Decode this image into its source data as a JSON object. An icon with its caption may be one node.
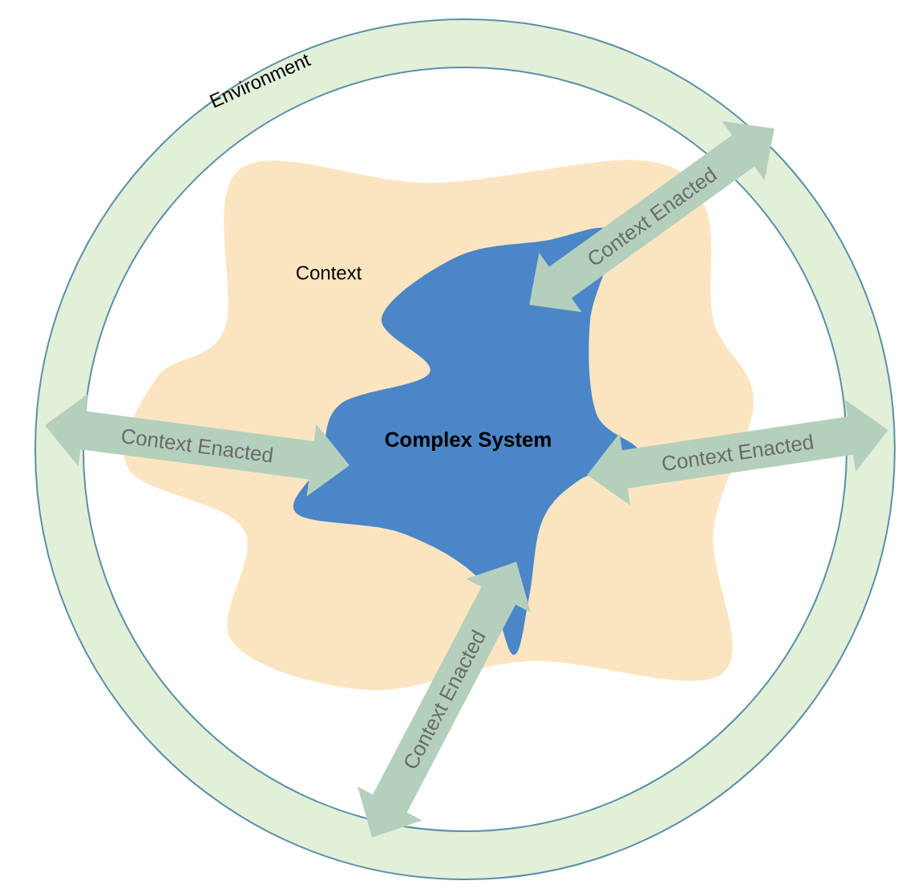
{
  "diagram": {
    "nodes": [
      {
        "text": [
          "Environment"
        ]
      },
      {
        "text": [
          "Context"
        ],
        "in": 0
      },
      {
        "text": [
          "Complex System"
        ],
        "in": 1
      }
    ],
    "edges": [
      {
        "from": 0,
        "to": 2,
        "arrow": "both",
        "label": "Context Enacted"
      },
      {
        "from": 0,
        "to": 2,
        "arrow": "both",
        "label": "Context Enacted"
      },
      {
        "from": 0,
        "to": 2,
        "arrow": "both",
        "label": "Context Enacted"
      },
      {
        "from": 0,
        "to": 2,
        "arrow": "both",
        "label": "Context Enacted"
      }
    ]
  }
}
